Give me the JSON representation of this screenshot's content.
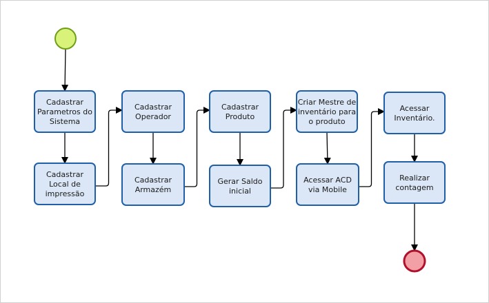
{
  "diagram": {
    "colors": {
      "box_fill": "#dbe7f6",
      "box_stroke": "#1f5fa8",
      "arrow": "#000000",
      "start_fill": "#d8f27a",
      "start_stroke": "#6f9e18",
      "end_fill": "#f2a0a6",
      "end_stroke": "#b0102a",
      "frame": "#c8c8c8"
    },
    "nodes": {
      "cadastrar_parametros": {
        "lines": [
          "Cadastrar",
          "Parametros do",
          "Sistema"
        ]
      },
      "cadastrar_local": {
        "lines": [
          "Cadastrar",
          "Local de",
          "impressão"
        ]
      },
      "cadastrar_operador": {
        "lines": [
          "Cadastrar",
          "Operador"
        ]
      },
      "cadastrar_armazem": {
        "lines": [
          "Cadastrar",
          "Armazém"
        ]
      },
      "cadastrar_produto": {
        "lines": [
          "Cadastrar",
          "Produto"
        ]
      },
      "gerar_saldo": {
        "lines": [
          "Gerar Saldo",
          "inicial"
        ]
      },
      "criar_mestre": {
        "lines": [
          "Criar Mestre de",
          "inventário para",
          "o produto"
        ]
      },
      "acessar_acd": {
        "lines": [
          "Acessar ACD",
          "via Mobile"
        ]
      },
      "acessar_inventario": {
        "lines": [
          "Acessar",
          "Inventário."
        ]
      },
      "realizar_contagem": {
        "lines": [
          "Realizar",
          "contagem"
        ]
      }
    },
    "flow": [
      [
        "start",
        "cadastrar_parametros"
      ],
      [
        "cadastrar_parametros",
        "cadastrar_local"
      ],
      [
        "cadastrar_local",
        "cadastrar_operador"
      ],
      [
        "cadastrar_operador",
        "cadastrar_armazem"
      ],
      [
        "cadastrar_armazem",
        "cadastrar_produto"
      ],
      [
        "cadastrar_produto",
        "gerar_saldo"
      ],
      [
        "gerar_saldo",
        "criar_mestre"
      ],
      [
        "criar_mestre",
        "acessar_acd"
      ],
      [
        "acessar_acd",
        "acessar_inventario"
      ],
      [
        "acessar_inventario",
        "realizar_contagem"
      ],
      [
        "realizar_contagem",
        "end"
      ]
    ]
  }
}
